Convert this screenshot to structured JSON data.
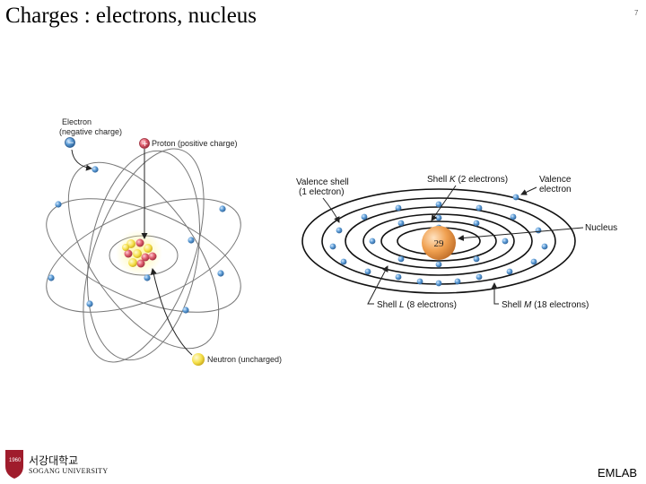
{
  "slide": {
    "title": "Charges : electrons, nucleus",
    "page_number": "7",
    "footer": "EMLAB"
  },
  "atom_diagram": {
    "electron_label_1": "Electron",
    "electron_label_2": "(negative charge)",
    "proton_label": "Proton (positive charge)",
    "neutron_label": "Neutron (uncharged)"
  },
  "shell_diagram": {
    "valence_shell_1": "Valence shell",
    "valence_shell_2": "(1 electron)",
    "shell_k_prefix": "Shell ",
    "shell_k_letter": "K",
    "shell_k_suffix": " (2 electrons)",
    "valence_electron_1": "Valence",
    "valence_electron_2": "electron",
    "nucleus_label": "Nucleus",
    "atomic_number": "29",
    "shell_l_prefix": "Shell ",
    "shell_l_letter": "L",
    "shell_l_suffix": " (8 electrons)",
    "shell_m_prefix": "Shell ",
    "shell_m_letter": "M",
    "shell_m_suffix": " (18 electrons)"
  },
  "logo": {
    "korean": "서강대학교",
    "english": "SOGANG UNIVERSITY"
  },
  "colors": {
    "electron": "#5b9bd5",
    "proton": "#e06070",
    "neutron": "#f5e04a",
    "nucleus": "#f0a050",
    "logo": "#a01c2c"
  }
}
